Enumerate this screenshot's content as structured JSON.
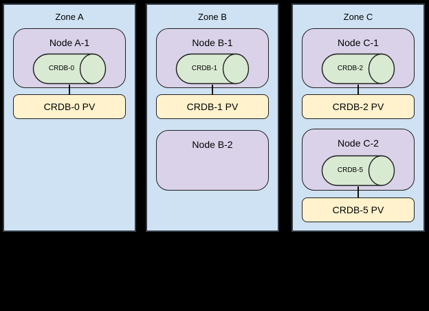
{
  "zones": [
    {
      "title": "Zone A",
      "nodes": [
        {
          "label": "Node A-1",
          "pod": "CRDB-0",
          "pv": "CRDB-0 PV"
        }
      ]
    },
    {
      "title": "Zone B",
      "nodes": [
        {
          "label": "Node B-1",
          "pod": "CRDB-1",
          "pv": "CRDB-1 PV"
        },
        {
          "label": "Node B-2"
        }
      ]
    },
    {
      "title": "Zone C",
      "nodes": [
        {
          "label": "Node C-1",
          "pod": "CRDB-2",
          "pv": "CRDB-2 PV"
        },
        {
          "label": "Node C-2",
          "pod": "CRDB-5",
          "pv": "CRDB-5 PV"
        }
      ]
    }
  ],
  "colors": {
    "background": "#000000",
    "zone_fill": "#cfe2f3",
    "zone_border": "#333c46",
    "node_fill": "#d9d2e9",
    "pod_fill": "#d9ead3",
    "pv_fill": "#fff2cc",
    "shape_border": "#1f1f1f"
  }
}
